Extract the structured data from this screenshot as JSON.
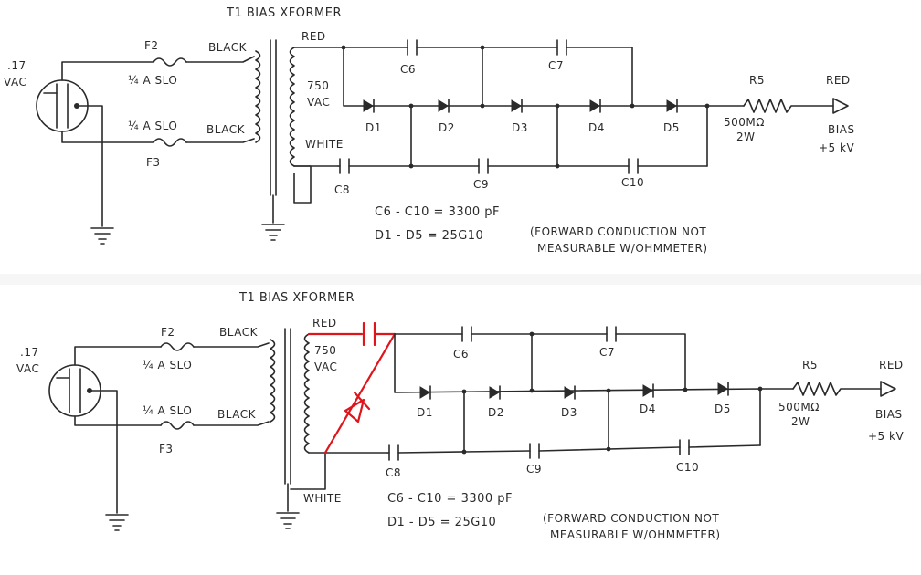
{
  "diagrams": [
    {
      "title": "T1 BIAS XFORMER",
      "input_voltage": ".17",
      "input_unit": "VAC",
      "fuse_top": "F2",
      "fuse_top_rating": "¼ A SLO",
      "fuse_bottom": "F3",
      "fuse_bottom_rating": "¼ A SLO",
      "primary_top_wire": "BLACK",
      "primary_bottom_wire": "BLACK",
      "secondary_top_wire": "RED",
      "secondary_bottom_wire": "WHITE",
      "secondary_voltage": "750",
      "secondary_unit": "VAC",
      "capacitors": [
        "C6",
        "C7",
        "C8",
        "C9",
        "C10"
      ],
      "diodes": [
        "D1",
        "D2",
        "D3",
        "D4",
        "D5"
      ],
      "resistor": "R5",
      "resistor_value": "500MΩ",
      "resistor_power": "2W",
      "output_wire": "RED",
      "output_label": "BIAS",
      "output_voltage": "+5 kV",
      "note_caps": "C6 - C10  =  3300 pF",
      "note_diodes": "D1 - D5  =  25G10",
      "note_diodes_detail_1": "(FORWARD CONDUCTION NOT",
      "note_diodes_detail_2": "MEASURABLE W/OHMMETER)"
    },
    {
      "title": "T1 BIAS XFORMER",
      "input_voltage": ".17",
      "input_unit": "VAC",
      "fuse_top": "F2",
      "fuse_top_rating": "¼ A SLO",
      "fuse_bottom": "F3",
      "fuse_bottom_rating": "¼ A SLO",
      "primary_top_wire": "BLACK",
      "primary_bottom_wire": "BLACK",
      "secondary_top_wire": "RED",
      "secondary_bottom_wire": "WHITE",
      "secondary_voltage": "750",
      "secondary_unit": "VAC",
      "capacitors": [
        "C6",
        "C7",
        "C8",
        "C9",
        "C10"
      ],
      "diodes": [
        "D1",
        "D2",
        "D3",
        "D4",
        "D5"
      ],
      "resistor": "R5",
      "resistor_value": "500MΩ",
      "resistor_power": "2W",
      "output_wire": "RED",
      "output_label": "BIAS",
      "output_voltage": "+5 kV",
      "note_caps": "C6 - C10  =  3300 pF",
      "note_diodes": "D1 - D5  =  25G10",
      "note_diodes_detail_1": "(FORWARD CONDUCTION NOT",
      "note_diodes_detail_2": "MEASURABLE W/OHMMETER)"
    }
  ],
  "modification_color": "#e0141b",
  "wire_color": "#2a2a2a"
}
